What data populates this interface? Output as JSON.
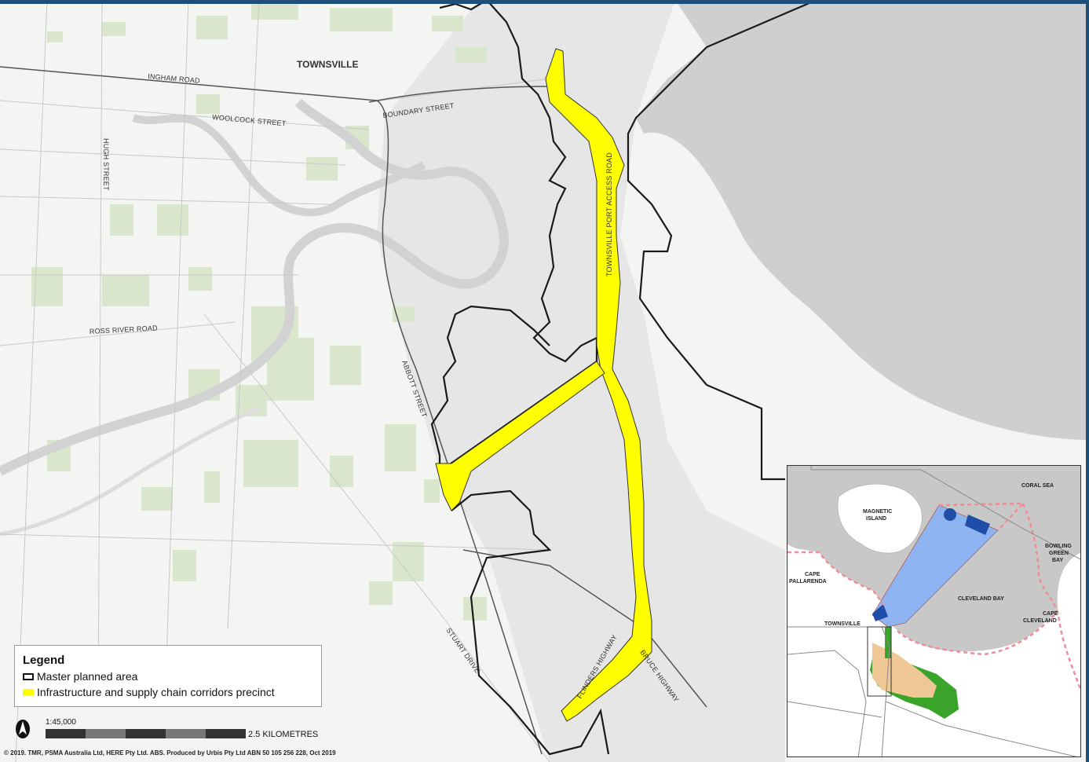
{
  "map": {
    "place_label": "TOWNSVILLE",
    "roads": {
      "ingham": "INGHAM ROAD",
      "woolcock": "WOOLCOCK STREET",
      "boundary": "BOUNDARY STREET",
      "hugh": "HUGH STREET",
      "ross_river": "ROSS RIVER ROAD",
      "abbott": "ABBOTT STREET",
      "port_access": "TOWNSVILLE PORT ACCESS ROAD",
      "stuart": "STUART DRIVE",
      "flinders": "FLINDERS HIGHWAY",
      "bruce": "BRUCE HIGHWAY"
    },
    "colors": {
      "land": "#f4f4f2",
      "parks": "#d9e6cc",
      "water": "#cfcfcf",
      "precinct_fill": "#ffff00",
      "boundary": "#1a1a1a",
      "frame": "#1f4e79"
    }
  },
  "legend": {
    "title": "Legend",
    "items": [
      {
        "label": "Master planned area",
        "swatch": "outline-black"
      },
      {
        "label": "Infrastructure and supply chain corridors precinct",
        "swatch": "#ffff00"
      }
    ]
  },
  "scale_bar": {
    "ratio": "1:45,000",
    "units_label": "2.5 KILOMETRES"
  },
  "north_arrow": {
    "icon": "north-arrow-icon"
  },
  "credits": "© 2019. TMR, PSMA Australia Ltd, HERE Pty Ltd. ABS. Produced by Urbis Pty Ltd ABN 50 105 256 228, Oct 2019",
  "inset": {
    "labels": {
      "coral_sea": "CORAL SEA",
      "magnetic_island": [
        "MAGNETIC",
        "ISLAND"
      ],
      "bowling_green_bay": [
        "BOWLING",
        "GREEN",
        "BAY"
      ],
      "cape_pallarenda": [
        "CAPE",
        "PALLARENDA"
      ],
      "cleveland_bay": "CLEVELAND BAY",
      "cape_cleveland": [
        "CAPE",
        "CLEVELAND"
      ],
      "townsville": "TOWNSVILLE"
    },
    "colors": {
      "sea": "#c8c8c8",
      "port_area": "#8db4f0",
      "dark_blue": "#1f4ea8",
      "green": "#3aa32a",
      "tan": "#f0c896",
      "protected_boundary": "#f08c96"
    }
  }
}
